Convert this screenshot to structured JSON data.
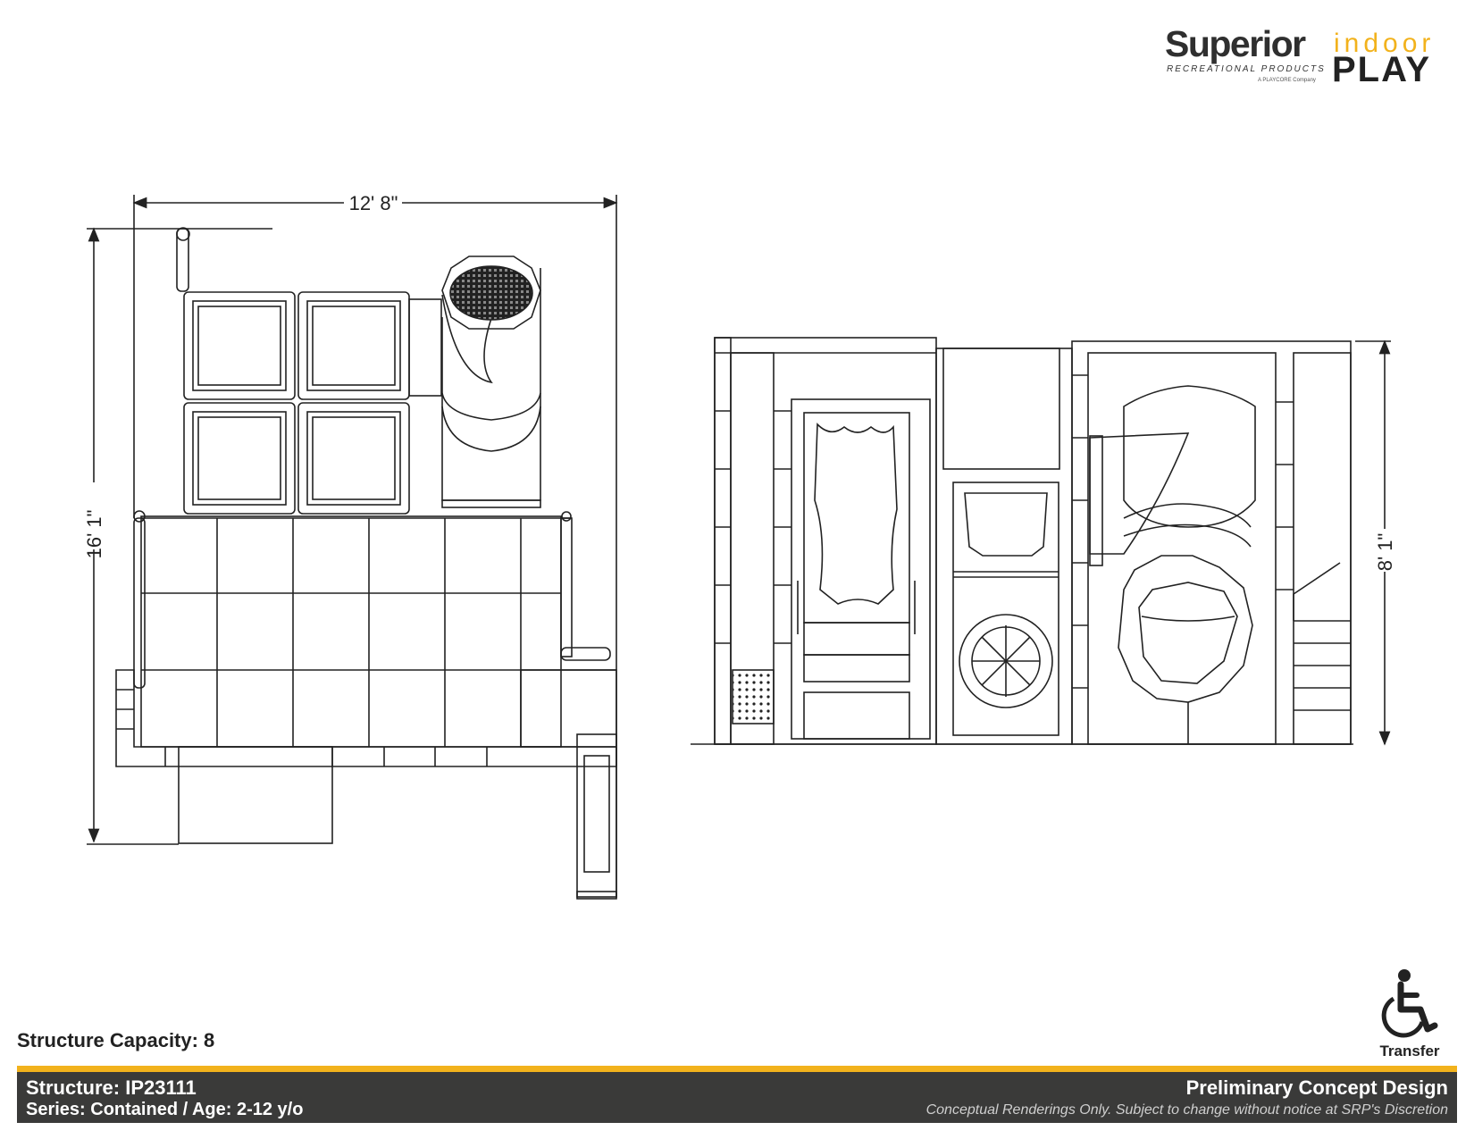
{
  "logo": {
    "brand": "Superior",
    "sub": "RECREATIONAL PRODUCTS",
    "tiny": "A PLAYCORE Company",
    "indoor": "indoor",
    "play": "PLAY"
  },
  "dimensions": {
    "plan_width": "12' 8\"",
    "plan_depth": "16' 1\"",
    "elevation_height": "8' 1\""
  },
  "capacity": "Structure Capacity: 8",
  "accessibility": {
    "icon": "wheelchair-icon",
    "label": "Transfer"
  },
  "footer": {
    "structure": "Structure: IP23111",
    "series": "Series: Contained / Age: 2-12 y/o",
    "concept": "Preliminary Concept Design",
    "disclaimer": "Conceptual Renderings Only. Subject to change without notice at SRP's Discretion"
  },
  "colors": {
    "accent": "#f2b21c",
    "footer_bg": "#3a3a39",
    "line": "#222222"
  }
}
